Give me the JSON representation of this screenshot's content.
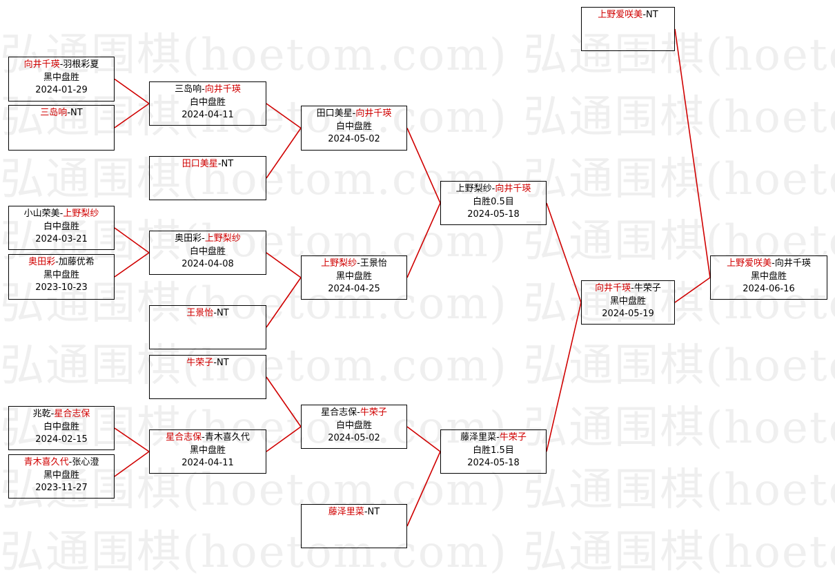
{
  "watermark": {
    "text": "弘通围棋(hoetom.com)",
    "row_count": 9
  },
  "colors": {
    "winner": "#d00000",
    "loser": "#000000",
    "connector": "#d00000",
    "border": "#000000"
  },
  "bracket": {
    "matches": [
      {
        "id": "m01",
        "players": [
          {
            "name": "向井千瑛",
            "winner": true
          },
          {
            "name": "羽根彩夏",
            "winner": false
          }
        ],
        "result": "黑中盘胜",
        "date": "2024-01-29"
      },
      {
        "id": "m02",
        "players": [
          {
            "name": "三岛响",
            "winner": true
          },
          {
            "name": "NT",
            "winner": false
          }
        ],
        "result": "",
        "date": ""
      },
      {
        "id": "m03",
        "players": [
          {
            "name": "小山荣美",
            "winner": false
          },
          {
            "name": "上野梨纱",
            "winner": true
          }
        ],
        "result": "白中盘胜",
        "date": "2024-03-21"
      },
      {
        "id": "m04",
        "players": [
          {
            "name": "奥田彩",
            "winner": true
          },
          {
            "name": "加藤优希",
            "winner": false
          }
        ],
        "result": "黑中盘胜",
        "date": "2023-10-23"
      },
      {
        "id": "m05",
        "players": [
          {
            "name": "兆乾",
            "winner": false
          },
          {
            "name": "星合志保",
            "winner": true
          }
        ],
        "result": "白中盘胜",
        "date": "2024-02-15"
      },
      {
        "id": "m06",
        "players": [
          {
            "name": "青木喜久代",
            "winner": true
          },
          {
            "name": "张心澄",
            "winner": false
          }
        ],
        "result": "黑中盘胜",
        "date": "2023-11-27"
      },
      {
        "id": "m07",
        "players": [
          {
            "name": "三岛响",
            "winner": false
          },
          {
            "name": "向井千瑛",
            "winner": true
          }
        ],
        "result": "白中盘胜",
        "date": "2024-04-11"
      },
      {
        "id": "m08",
        "players": [
          {
            "name": "田口美星",
            "winner": true
          },
          {
            "name": "NT",
            "winner": false
          }
        ],
        "result": "",
        "date": ""
      },
      {
        "id": "m09",
        "players": [
          {
            "name": "奥田彩",
            "winner": false
          },
          {
            "name": "上野梨纱",
            "winner": true
          }
        ],
        "result": "白中盘胜",
        "date": "2024-04-08"
      },
      {
        "id": "m10",
        "players": [
          {
            "name": "王景怡",
            "winner": true
          },
          {
            "name": "NT",
            "winner": false
          }
        ],
        "result": "",
        "date": ""
      },
      {
        "id": "m11",
        "players": [
          {
            "name": "牛荣子",
            "winner": true
          },
          {
            "name": "NT",
            "winner": false
          }
        ],
        "result": "",
        "date": ""
      },
      {
        "id": "m12",
        "players": [
          {
            "name": "星合志保",
            "winner": true
          },
          {
            "name": "青木喜久代",
            "winner": false
          }
        ],
        "result": "黑中盘胜",
        "date": "2024-04-11"
      },
      {
        "id": "m13",
        "players": [
          {
            "name": "田口美星",
            "winner": false
          },
          {
            "name": "向井千瑛",
            "winner": true
          }
        ],
        "result": "白中盘胜",
        "date": "2024-05-02"
      },
      {
        "id": "m14",
        "players": [
          {
            "name": "上野梨纱",
            "winner": true
          },
          {
            "name": "王景怡",
            "winner": false
          }
        ],
        "result": "黑中盘胜",
        "date": "2024-04-25"
      },
      {
        "id": "m15",
        "players": [
          {
            "name": "星合志保",
            "winner": false
          },
          {
            "name": "牛荣子",
            "winner": true
          }
        ],
        "result": "白中盘胜",
        "date": "2024-05-02"
      },
      {
        "id": "m16",
        "players": [
          {
            "name": "藤泽里菜",
            "winner": true
          },
          {
            "name": "NT",
            "winner": false
          }
        ],
        "result": "",
        "date": ""
      },
      {
        "id": "m17",
        "players": [
          {
            "name": "上野梨纱",
            "winner": false
          },
          {
            "name": "向井千瑛",
            "winner": true
          }
        ],
        "result": "白胜0.5目",
        "date": "2024-05-18"
      },
      {
        "id": "m18",
        "players": [
          {
            "name": "藤泽里菜",
            "winner": false
          },
          {
            "name": "牛荣子",
            "winner": true
          }
        ],
        "result": "白胜1.5目",
        "date": "2024-05-18"
      },
      {
        "id": "m19",
        "players": [
          {
            "name": "向井千瑛",
            "winner": true
          },
          {
            "name": "牛荣子",
            "winner": false
          }
        ],
        "result": "黑中盘胜",
        "date": "2024-05-19"
      },
      {
        "id": "m20",
        "players": [
          {
            "name": "上野爱咲美",
            "winner": true
          },
          {
            "name": "NT",
            "winner": false
          }
        ],
        "result": "",
        "date": ""
      },
      {
        "id": "m21",
        "players": [
          {
            "name": "上野爱咲美",
            "winner": true
          },
          {
            "name": "向井千瑛",
            "winner": false
          }
        ],
        "result": "黑中盘胜",
        "date": "2024-06-16"
      }
    ],
    "links": [
      [
        "m01",
        "m07"
      ],
      [
        "m02",
        "m07"
      ],
      [
        "m03",
        "m09"
      ],
      [
        "m04",
        "m09"
      ],
      [
        "m05",
        "m12"
      ],
      [
        "m06",
        "m12"
      ],
      [
        "m07",
        "m13"
      ],
      [
        "m08",
        "m13"
      ],
      [
        "m09",
        "m14"
      ],
      [
        "m10",
        "m14"
      ],
      [
        "m11",
        "m15"
      ],
      [
        "m12",
        "m15"
      ],
      [
        "m13",
        "m17"
      ],
      [
        "m14",
        "m17"
      ],
      [
        "m15",
        "m18"
      ],
      [
        "m16",
        "m18"
      ],
      [
        "m17",
        "m19"
      ],
      [
        "m18",
        "m19"
      ],
      [
        "m19",
        "m21"
      ],
      [
        "m20",
        "m21"
      ]
    ]
  }
}
